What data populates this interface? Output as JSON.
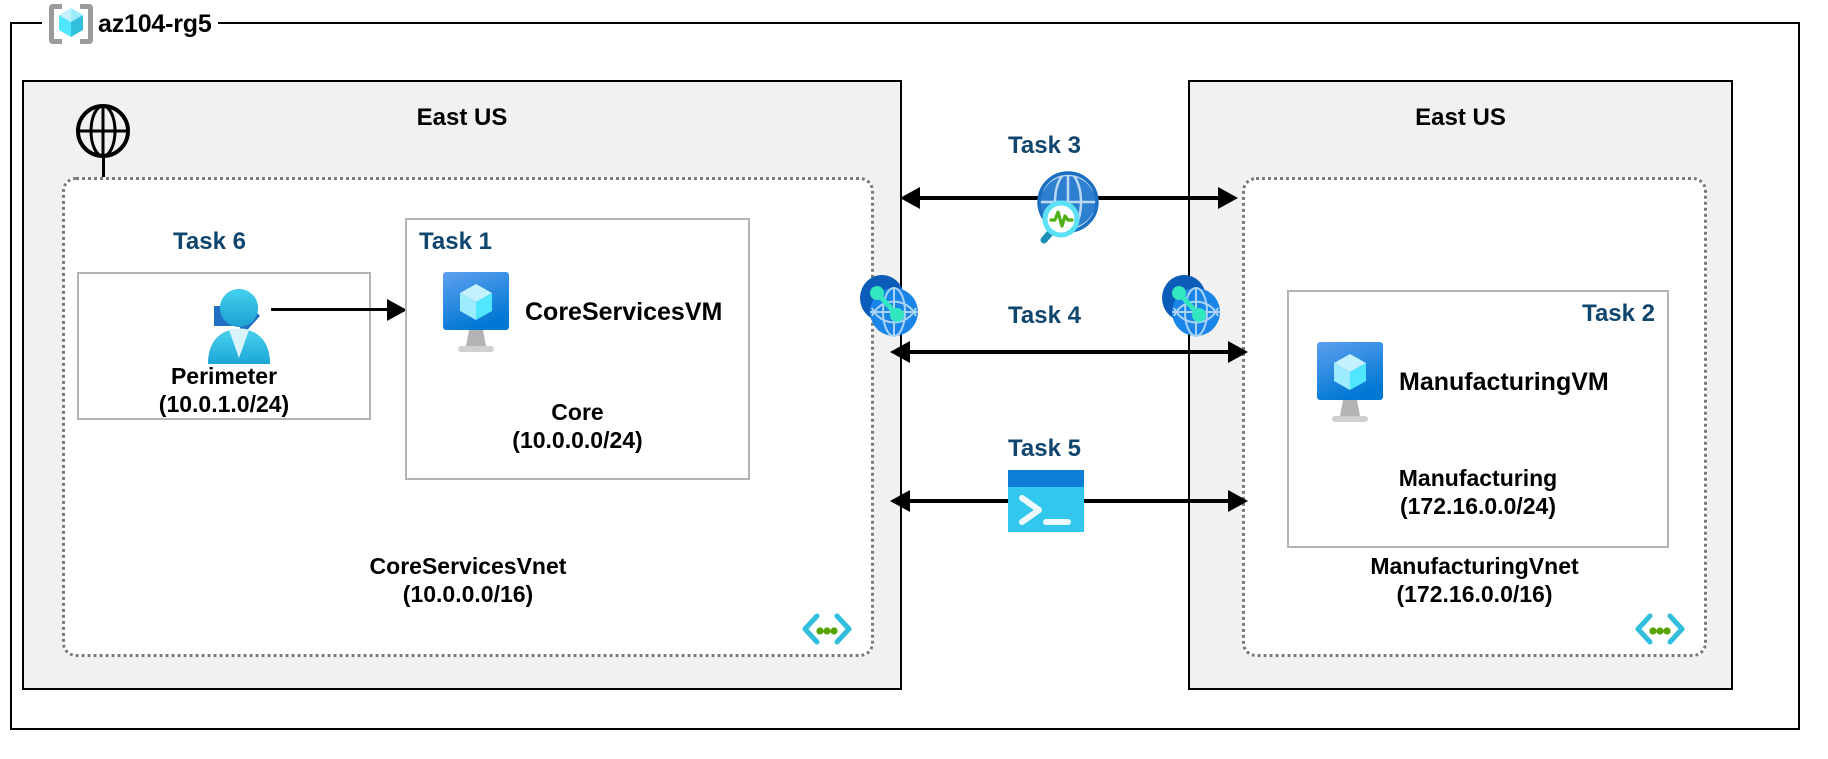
{
  "resource_group": {
    "name": "az104-rg5",
    "icon": "resource-group-cube-icon"
  },
  "regions": [
    {
      "id": "left",
      "title": "East US"
    },
    {
      "id": "right",
      "title": "East US"
    }
  ],
  "vnets": [
    {
      "id": "core",
      "name": "CoreServicesVnet",
      "cidr": "(10.0.0.0/16)",
      "corner_icon": "vnet-code-brackets-icon"
    },
    {
      "id": "manufacturing",
      "name": "ManufacturingVnet",
      "cidr": "(172.16.0.0/16)",
      "corner_icon": "vnet-code-brackets-icon"
    }
  ],
  "subnets": [
    {
      "id": "perimeter",
      "name": "Perimeter",
      "cidr": "(10.0.1.0/24)",
      "task": "Task 6",
      "task_align": "center",
      "icon": "bastion-user-icon"
    },
    {
      "id": "core",
      "name": "Core",
      "cidr": "(10.0.0.0/24)",
      "task": "Task 1",
      "task_align": "left",
      "vm": "CoreServicesVM",
      "icon": "virtual-machine-icon"
    },
    {
      "id": "manufacturing",
      "name": "Manufacturing",
      "cidr": "(172.16.0.0/24)",
      "task": "Task 2",
      "task_align": "right",
      "vm": "ManufacturingVM",
      "icon": "virtual-machine-icon"
    }
  ],
  "connections": [
    {
      "id": "task3",
      "label": "Task 3",
      "icon": "network-watcher-globe-magnifier-icon",
      "direction": "bidirectional"
    },
    {
      "id": "task4",
      "label": "Task 4",
      "icon": "vnet-peering-icon",
      "direction": "bidirectional"
    },
    {
      "id": "task5",
      "label": "Task 5",
      "icon": "cloud-shell-terminal-icon",
      "direction": "bidirectional"
    }
  ],
  "internet": {
    "icon": "internet-globe-icon"
  },
  "peering_endpoints": [
    {
      "id": "left-peering",
      "icon": "vnet-peering-icon"
    },
    {
      "id": "right-peering",
      "icon": "vnet-peering-icon"
    }
  ],
  "colors": {
    "task_label": "#10456e",
    "region_fill": "#f1f1f1",
    "vnet_border": "#7a7a7a",
    "subnet_border": "#b4b4b4",
    "azure_blue": "#0078d4",
    "cyan": "#32bedd",
    "green_dot": "#57a300",
    "teal": "#32e6c0",
    "line": "#000000"
  }
}
